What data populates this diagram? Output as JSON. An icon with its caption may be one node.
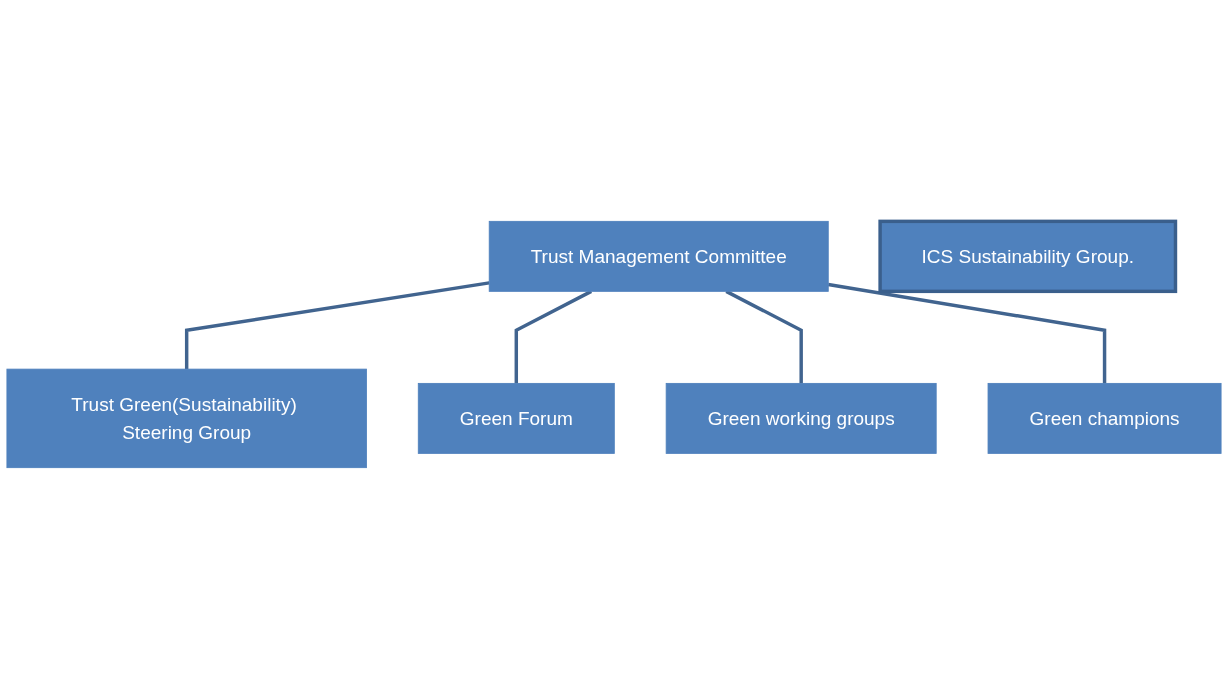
{
  "diagram": {
    "nodes": [
      {
        "text": [
          "Trust Management Committee"
        ]
      },
      {
        "text": [
          "Trust Green(Sustainability) Steering Group"
        ]
      },
      {
        "text": [
          "ICS Sustainability Group."
        ]
      },
      {
        "text": [
          "Green Forum"
        ]
      },
      {
        "text": [
          "Green working groups"
        ]
      },
      {
        "text": [
          "Green champions"
        ]
      }
    ],
    "edges": [
      {
        "from": 0,
        "to": 1,
        "arrow": "none"
      },
      {
        "from": 0,
        "to": 3,
        "arrow": "none"
      },
      {
        "from": 0,
        "to": 4,
        "arrow": "none"
      },
      {
        "from": 0,
        "to": 5,
        "arrow": "none"
      }
    ]
  }
}
